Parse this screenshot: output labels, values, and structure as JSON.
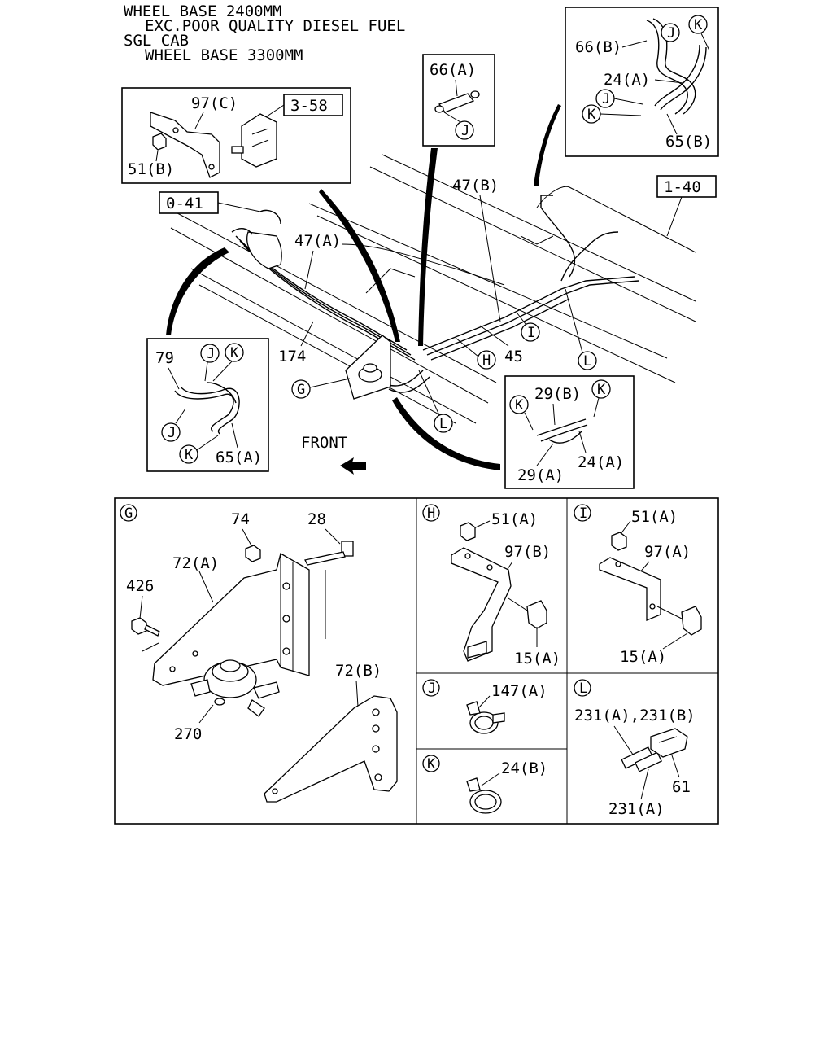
{
  "header": {
    "line1": "WHEEL BASE 2400MM",
    "line2": "EXC.POOR QUALITY DIESEL FUEL",
    "line3": "SGL CAB",
    "line4": "WHEEL BASE 3300MM"
  },
  "refs": {
    "r358": "3-58",
    "r041": "0-41",
    "r140": "1-40"
  },
  "labels": {
    "p97C": "97(C)",
    "p51B": "51(B)",
    "p66A": "66(A)",
    "p66B": "66(B)",
    "p24A_top": "24(A)",
    "p65B": "65(B)",
    "p47A": "47(A)",
    "p47B": "47(B)",
    "p174": "174",
    "p45": "45",
    "p79": "79",
    "p65A": "65(A)",
    "p29B": "29(B)",
    "p29A": "29(A)",
    "p24A_mid": "24(A)",
    "front": "FRONT",
    "g74": "74",
    "g28": "28",
    "g72A": "72(A)",
    "g426": "426",
    "g72B": "72(B)",
    "g270": "270",
    "h51A": "51(A)",
    "h97B": "97(B)",
    "h15A": "15(A)",
    "i51A": "51(A)",
    "i97A": "97(A)",
    "i15A": "15(A)",
    "j147A": "147(A)",
    "k24B": "24(B)",
    "l231AB": "231(A),231(B)",
    "l61": "61",
    "l231A": "231(A)"
  },
  "callouts": {
    "G": "G",
    "H": "H",
    "I": "I",
    "J": "J",
    "K": "K",
    "L": "L"
  }
}
